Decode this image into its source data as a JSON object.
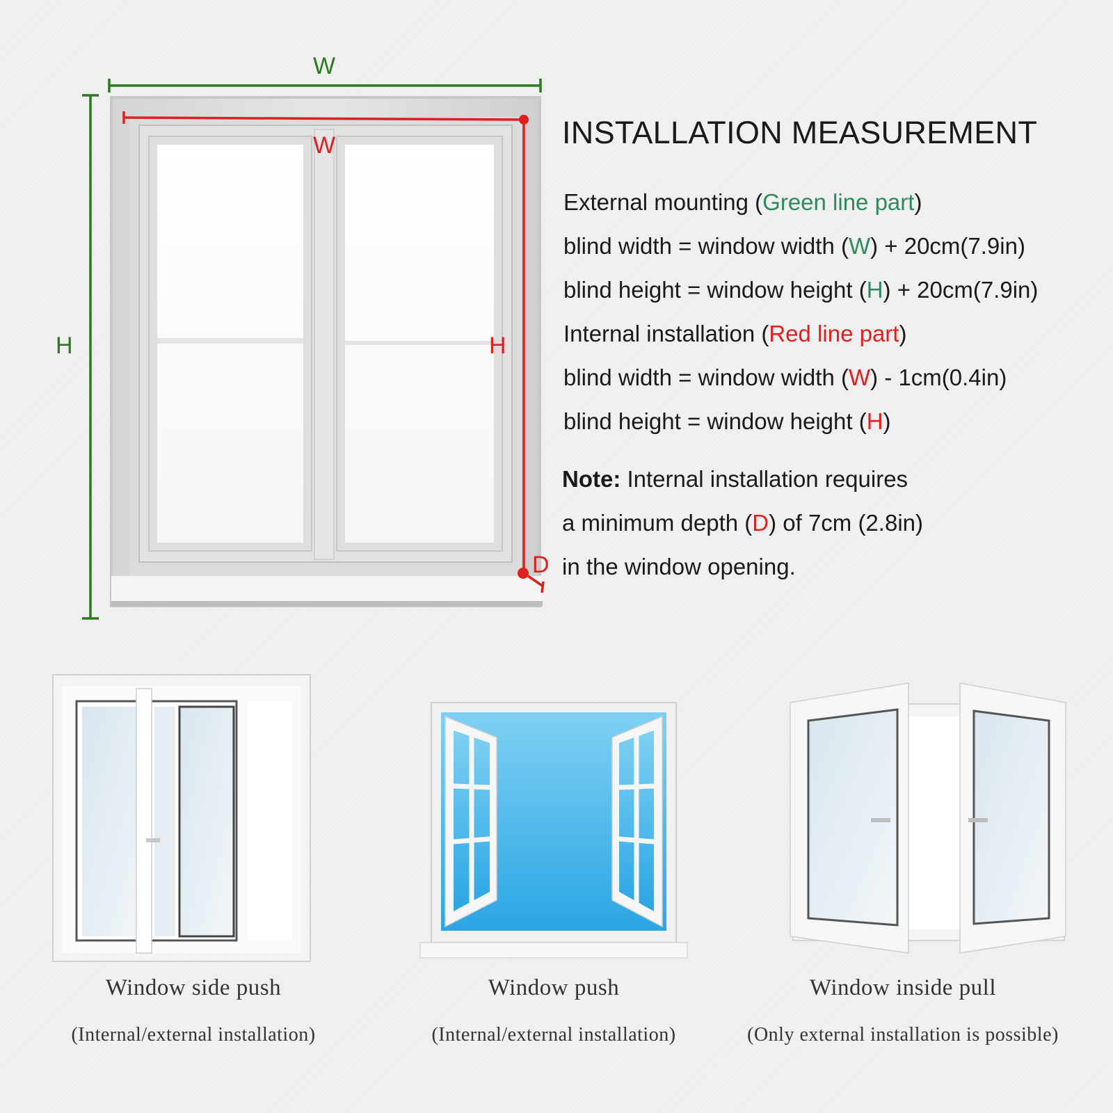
{
  "diagram": {
    "labels": {
      "outer_width": "W",
      "outer_height": "H",
      "inner_width": "W",
      "inner_height": "H",
      "depth": "D"
    },
    "colors": {
      "external": "#2a7a1e",
      "internal": "#e0201e",
      "formula_accent": "#2e8a5c"
    }
  },
  "info": {
    "title": "INSTALLATION MEASUREMENT",
    "external": {
      "heading": "External mounting",
      "heading_part": "Green line part",
      "width_prefix": "blind width = window width (",
      "width_symbol": "W",
      "width_suffix": ") + 20cm(7.9in)",
      "height_prefix": "blind height = window height (",
      "height_symbol": "H",
      "height_suffix": ") + 20cm(7.9in)"
    },
    "internal": {
      "heading": "Internal installation",
      "heading_part": "Red line part",
      "width_prefix": "blind width = window width (",
      "width_symbol": "W",
      "width_suffix": ") - 1cm(0.4in)",
      "height_prefix": "blind height = window height (",
      "height_symbol": "H",
      "height_suffix": ")"
    },
    "note": {
      "label": "Note:",
      "line1": " Internal installation requires",
      "line2_prefix": "a minimum depth (",
      "line2_symbol": "D",
      "line2_suffix": ") of 7cm (2.8in)",
      "line3": "in the window opening."
    }
  },
  "window_types": [
    {
      "name": "Window side push",
      "note": "(Internal/external installation)",
      "icon": "sliding-window-icon"
    },
    {
      "name": "Window push",
      "note": "(Internal/external installation)",
      "icon": "outward-casement-window-icon"
    },
    {
      "name": "Window inside pull",
      "note": "(Only external installation is possible)",
      "icon": "inward-casement-window-icon"
    }
  ]
}
